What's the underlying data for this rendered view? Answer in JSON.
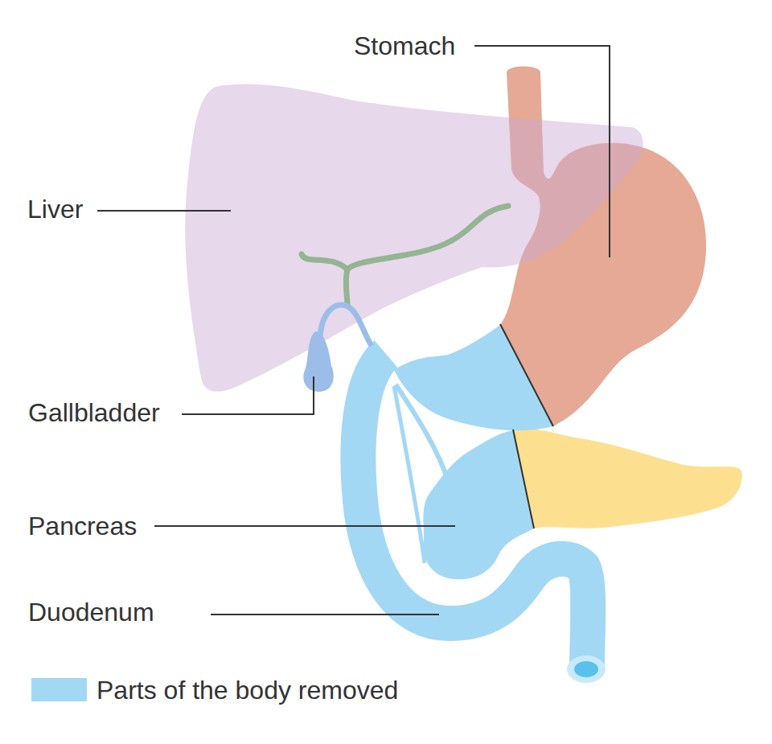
{
  "diagram": {
    "labels": [
      "Stomach",
      "Liver",
      "Gallbladder",
      "Pancreas",
      "Duodenum"
    ],
    "legend": [
      {
        "text": "Parts of the body removed",
        "color": "#a3d8f4"
      }
    ]
  }
}
